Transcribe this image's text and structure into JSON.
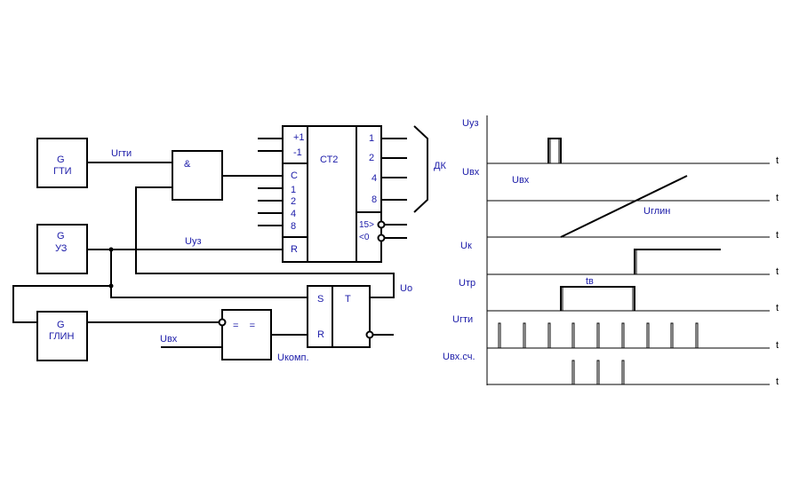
{
  "schematic": {
    "gen_gti": {
      "line1": "G",
      "line2": "ГТИ"
    },
    "gen_uz": {
      "line1": "G",
      "line2": "УЗ"
    },
    "gen_glin": {
      "line1": "G",
      "line2": "ГЛИН"
    },
    "and_gate": {
      "symbol": "&"
    },
    "comparator": {
      "symbol": "=    ="
    },
    "trigger": {
      "s": "S",
      "r": "R",
      "t": "T"
    },
    "counter": {
      "title": "СТ2",
      "inputs": [
        "+1",
        "-1",
        "C",
        "1",
        "2",
        "4",
        "8",
        "R"
      ],
      "outputs": [
        "1",
        "2",
        "4",
        "8",
        "15>",
        "<0"
      ]
    },
    "dk_label": "ДК",
    "signals": {
      "u_gti": "Uгти",
      "u_uz": "Uуз",
      "u_vx": "Uвх",
      "u_komp": "Uкомп.",
      "u_o": "Uo"
    }
  },
  "timing": {
    "rows": [
      {
        "label": "Uуз",
        "t": "t"
      },
      {
        "label": "Uвх",
        "t": "t"
      },
      {
        "label": "",
        "t": "t"
      },
      {
        "label": "Uк",
        "t": "t"
      },
      {
        "label": "Uтр",
        "t": "t"
      },
      {
        "label": "Uгти",
        "t": "t"
      },
      {
        "label": "Uвх.сч.",
        "t": "t"
      }
    ],
    "annotations": {
      "uvx": "Uвх",
      "uglin": "Uглин",
      "tv": "tв"
    }
  }
}
